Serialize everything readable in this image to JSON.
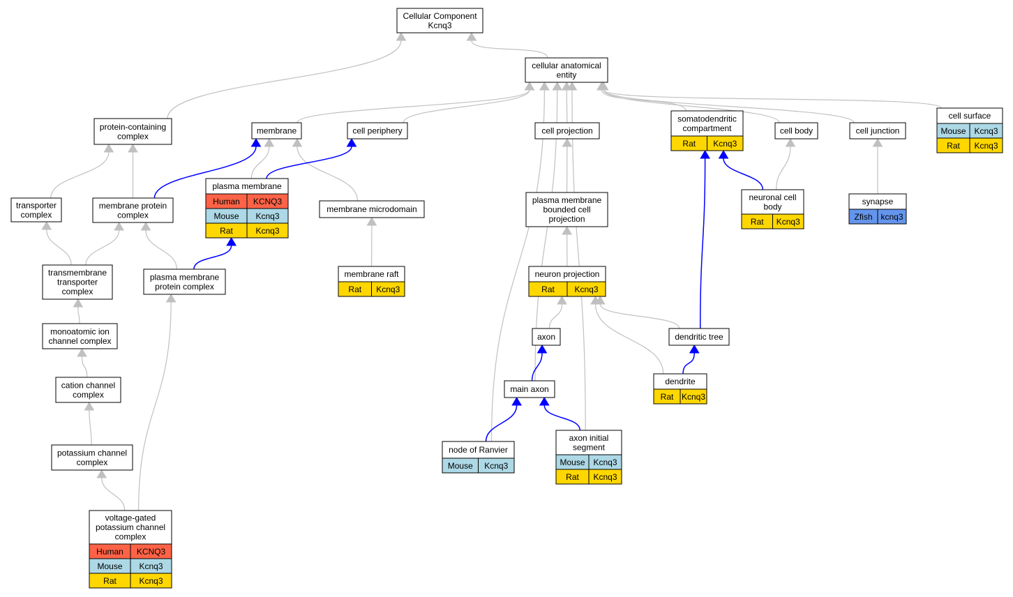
{
  "colors": {
    "Human": "#ff6347",
    "Mouse": "#add8e6",
    "Rat": "#ffd700",
    "Zfish": "#6495ed",
    "gray_edge": "#c0c0c0",
    "blue_edge": "#0000ff"
  },
  "nodes": [
    {
      "id": "cellular-component",
      "lines": [
        "Cellular Component",
        "Kcnq3"
      ],
      "rows": []
    },
    {
      "id": "cellular-anatomical-entity",
      "lines": [
        "cellular anatomical",
        "entity"
      ],
      "rows": []
    },
    {
      "id": "protein-containing-complex",
      "lines": [
        "protein-containing",
        "complex"
      ],
      "rows": []
    },
    {
      "id": "membrane",
      "lines": [
        "membrane"
      ],
      "rows": []
    },
    {
      "id": "cell-periphery",
      "lines": [
        "cell periphery"
      ],
      "rows": []
    },
    {
      "id": "cell-projection",
      "lines": [
        "cell projection"
      ],
      "rows": []
    },
    {
      "id": "somatodendritic-compartment",
      "lines": [
        "somatodendritic",
        "compartment"
      ],
      "rows": [
        {
          "species": "Rat",
          "gene": "Kcnq3"
        }
      ]
    },
    {
      "id": "cell-body",
      "lines": [
        "cell body"
      ],
      "rows": []
    },
    {
      "id": "cell-junction",
      "lines": [
        "cell junction"
      ],
      "rows": []
    },
    {
      "id": "cell-surface",
      "lines": [
        "cell surface"
      ],
      "rows": [
        {
          "species": "Mouse",
          "gene": "Kcnq3"
        },
        {
          "species": "Rat",
          "gene": "Kcnq3"
        }
      ]
    },
    {
      "id": "plasma-membrane",
      "lines": [
        "plasma membrane"
      ],
      "rows": [
        {
          "species": "Human",
          "gene": "KCNQ3"
        },
        {
          "species": "Mouse",
          "gene": "Kcnq3"
        },
        {
          "species": "Rat",
          "gene": "Kcnq3"
        }
      ]
    },
    {
      "id": "transporter-complex",
      "lines": [
        "transporter",
        "complex"
      ],
      "rows": []
    },
    {
      "id": "membrane-protein-complex",
      "lines": [
        "membrane protein",
        "complex"
      ],
      "rows": []
    },
    {
      "id": "membrane-microdomain",
      "lines": [
        "membrane microdomain"
      ],
      "rows": []
    },
    {
      "id": "plasma-membrane-bounded-cell-projection",
      "lines": [
        "plasma membrane",
        "bounded cell",
        "projection"
      ],
      "rows": []
    },
    {
      "id": "neuronal-cell-body",
      "lines": [
        "neuronal cell",
        "body"
      ],
      "rows": [
        {
          "species": "Rat",
          "gene": "Kcnq3"
        }
      ]
    },
    {
      "id": "synapse",
      "lines": [
        "synapse"
      ],
      "rows": [
        {
          "species": "Zfish",
          "gene": "kcnq3"
        }
      ]
    },
    {
      "id": "transmembrane-transporter-complex",
      "lines": [
        "transmembrane",
        "transporter",
        "complex"
      ],
      "rows": []
    },
    {
      "id": "plasma-membrane-protein-complex",
      "lines": [
        "plasma membrane",
        "protein complex"
      ],
      "rows": []
    },
    {
      "id": "membrane-raft",
      "lines": [
        "membrane raft"
      ],
      "rows": [
        {
          "species": "Rat",
          "gene": "Kcnq3"
        }
      ]
    },
    {
      "id": "neuron-projection",
      "lines": [
        "neuron projection"
      ],
      "rows": [
        {
          "species": "Rat",
          "gene": "Kcnq3"
        }
      ]
    },
    {
      "id": "monoatomic-ion-channel-complex",
      "lines": [
        "monoatomic ion",
        "channel complex"
      ],
      "rows": []
    },
    {
      "id": "axon",
      "lines": [
        "axon"
      ],
      "rows": []
    },
    {
      "id": "dendritic-tree",
      "lines": [
        "dendritic tree"
      ],
      "rows": []
    },
    {
      "id": "cation-channel-complex",
      "lines": [
        "cation channel",
        "complex"
      ],
      "rows": []
    },
    {
      "id": "main-axon",
      "lines": [
        "main axon"
      ],
      "rows": []
    },
    {
      "id": "dendrite",
      "lines": [
        "dendrite"
      ],
      "rows": [
        {
          "species": "Rat",
          "gene": "Kcnq3"
        }
      ]
    },
    {
      "id": "axon-initial-segment",
      "lines": [
        "axon initial",
        "segment"
      ],
      "rows": [
        {
          "species": "Mouse",
          "gene": "Kcnq3"
        },
        {
          "species": "Rat",
          "gene": "Kcnq3"
        }
      ]
    },
    {
      "id": "node-of-ranvier",
      "lines": [
        "node of Ranvier"
      ],
      "rows": [
        {
          "species": "Mouse",
          "gene": "Kcnq3"
        }
      ]
    },
    {
      "id": "potassium-channel-complex",
      "lines": [
        "potassium channel",
        "complex"
      ],
      "rows": []
    },
    {
      "id": "voltage-gated-potassium-channel-complex",
      "lines": [
        "voltage-gated",
        "potassium channel",
        "complex"
      ],
      "rows": [
        {
          "species": "Human",
          "gene": "KCNQ3"
        },
        {
          "species": "Mouse",
          "gene": "Kcnq3"
        },
        {
          "species": "Rat",
          "gene": "Kcnq3"
        }
      ]
    }
  ],
  "edges": [
    {
      "from": "cellular-anatomical-entity",
      "to": "cellular-component",
      "type": "gray"
    },
    {
      "from": "protein-containing-complex",
      "to": "cellular-component",
      "type": "gray"
    },
    {
      "from": "membrane",
      "to": "cellular-anatomical-entity",
      "type": "gray"
    },
    {
      "from": "cell-periphery",
      "to": "cellular-anatomical-entity",
      "type": "gray"
    },
    {
      "from": "cell-projection",
      "to": "cellular-anatomical-entity",
      "type": "gray"
    },
    {
      "from": "somatodendritic-compartment",
      "to": "cellular-anatomical-entity",
      "type": "gray"
    },
    {
      "from": "cell-body",
      "to": "cellular-anatomical-entity",
      "type": "gray"
    },
    {
      "from": "cell-junction",
      "to": "cellular-anatomical-entity",
      "type": "gray"
    },
    {
      "from": "cell-surface",
      "to": "cellular-anatomical-entity",
      "type": "gray"
    },
    {
      "from": "node-of-ranvier",
      "to": "cellular-anatomical-entity",
      "type": "gray"
    },
    {
      "from": "main-axon",
      "to": "cellular-anatomical-entity",
      "type": "gray"
    },
    {
      "from": "axon-initial-segment",
      "to": "cellular-anatomical-entity",
      "type": "gray"
    },
    {
      "from": "transporter-complex",
      "to": "protein-containing-complex",
      "type": "gray"
    },
    {
      "from": "membrane-protein-complex",
      "to": "protein-containing-complex",
      "type": "gray"
    },
    {
      "from": "membrane-protein-complex",
      "to": "membrane",
      "type": "blue"
    },
    {
      "from": "plasma-membrane",
      "to": "membrane",
      "type": "gray"
    },
    {
      "from": "membrane-microdomain",
      "to": "membrane",
      "type": "gray"
    },
    {
      "from": "plasma-membrane",
      "to": "cell-periphery",
      "type": "blue"
    },
    {
      "from": "plasma-membrane-bounded-cell-projection",
      "to": "cell-projection",
      "type": "gray"
    },
    {
      "from": "neuronal-cell-body",
      "to": "somatodendritic-compartment",
      "type": "blue"
    },
    {
      "from": "dendritic-tree",
      "to": "somatodendritic-compartment",
      "type": "blue"
    },
    {
      "from": "neuronal-cell-body",
      "to": "cell-body",
      "type": "gray"
    },
    {
      "from": "synapse",
      "to": "cell-junction",
      "type": "gray"
    },
    {
      "from": "transmembrane-transporter-complex",
      "to": "transporter-complex",
      "type": "gray"
    },
    {
      "from": "transmembrane-transporter-complex",
      "to": "membrane-protein-complex",
      "type": "gray"
    },
    {
      "from": "plasma-membrane-protein-complex",
      "to": "membrane-protein-complex",
      "type": "gray"
    },
    {
      "from": "plasma-membrane-protein-complex",
      "to": "plasma-membrane",
      "type": "blue"
    },
    {
      "from": "membrane-raft",
      "to": "membrane-microdomain",
      "type": "gray"
    },
    {
      "from": "neuron-projection",
      "to": "plasma-membrane-bounded-cell-projection",
      "type": "gray"
    },
    {
      "from": "axon",
      "to": "neuron-projection",
      "type": "gray"
    },
    {
      "from": "dendritic-tree",
      "to": "neuron-projection",
      "type": "gray"
    },
    {
      "from": "dendrite",
      "to": "neuron-projection",
      "type": "gray"
    },
    {
      "from": "monoatomic-ion-channel-complex",
      "to": "transmembrane-transporter-complex",
      "type": "gray"
    },
    {
      "from": "cation-channel-complex",
      "to": "monoatomic-ion-channel-complex",
      "type": "gray"
    },
    {
      "from": "main-axon",
      "to": "axon",
      "type": "blue"
    },
    {
      "from": "dendrite",
      "to": "dendritic-tree",
      "type": "blue"
    },
    {
      "from": "node-of-ranvier",
      "to": "main-axon",
      "type": "blue"
    },
    {
      "from": "axon-initial-segment",
      "to": "main-axon",
      "type": "blue"
    },
    {
      "from": "potassium-channel-complex",
      "to": "cation-channel-complex",
      "type": "gray"
    },
    {
      "from": "voltage-gated-potassium-channel-complex",
      "to": "potassium-channel-complex",
      "type": "gray"
    },
    {
      "from": "voltage-gated-potassium-channel-complex",
      "to": "plasma-membrane-protein-complex",
      "type": "gray"
    }
  ]
}
